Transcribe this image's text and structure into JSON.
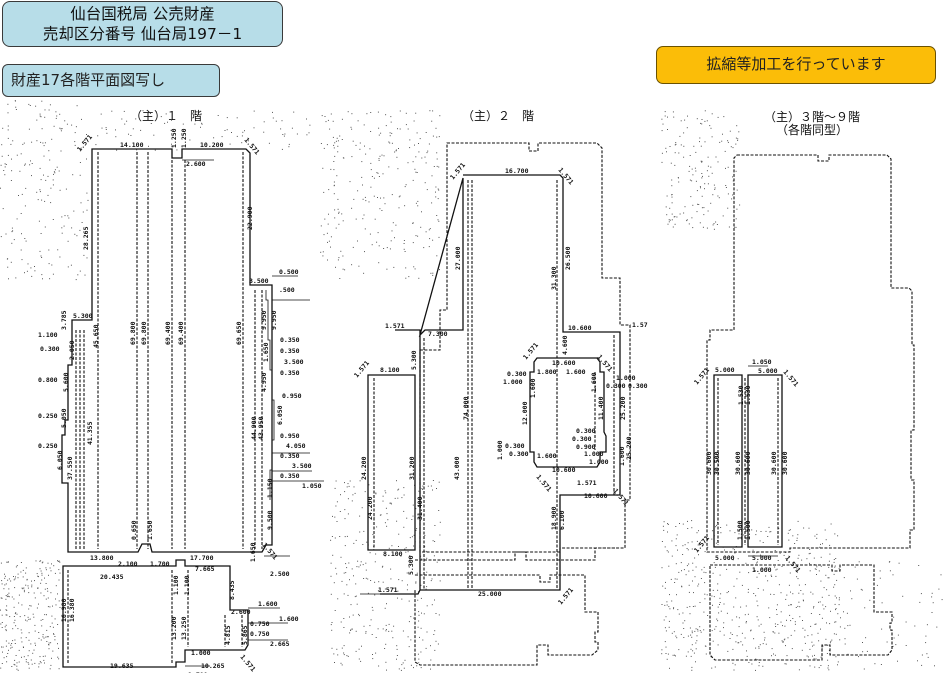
{
  "header": {
    "title_line1": "仙台国税局 公売財産",
    "title_line2": "売却区分番号 仙台局197－1",
    "subtitle": "財産17各階平面図写し",
    "notice": "拡縮等加工を行っています"
  },
  "floors": [
    {
      "label": "（主）１　階",
      "dimensions": {
        "top": [
          "1.571",
          "14.100",
          "1.250",
          "1.250",
          "10.200",
          "1.571",
          "2.600"
        ],
        "left": [
          "28.265",
          "5.300",
          "3.785",
          "1.100",
          "2.050",
          "0.300",
          "5.600",
          "0.800",
          "5.050",
          "0.250",
          "6.050",
          "0.250",
          "37.550",
          "41.355",
          "45.650"
        ],
        "inner": [
          "69.800",
          "69.800",
          "69.400",
          "69.400",
          "69.650"
        ],
        "right": [
          "22.900",
          "3.500",
          "0.500",
          ".500",
          "9.950",
          "9.950",
          "0.350",
          "1.650",
          "0.350",
          "3.500",
          "0.350",
          "4.950",
          "0.950",
          "6.050",
          "0.950",
          "4.050",
          "0.350",
          "3.500",
          "0.350",
          "1.050",
          "1.150",
          "44.900",
          "43.950",
          "9.500"
        ],
        "bottom": [
          "13.800",
          "2.100",
          "0.650",
          "1.650",
          "17.700",
          "1.650",
          "1.571",
          "2.500",
          "20.435",
          "1.700",
          "7.665"
        ],
        "annex": [
          "16.980",
          "16.380",
          "1.100",
          "1.100",
          "13.200",
          "13.250",
          "8.435",
          "2.600",
          "1.600",
          "0.750",
          "1.600",
          "0.750",
          "2.665",
          "4.815",
          "5.865",
          "1.000",
          "10.265",
          "1.571",
          "19.635",
          "1.700"
        ]
      }
    },
    {
      "label": "（主）２　階",
      "dimensions": {
        "top": [
          "1.571",
          "16.700",
          "1.571"
        ],
        "left": [
          "27.000",
          "1.571",
          "7.300",
          "5.300",
          "1.571",
          "8.100",
          "24.200",
          "24.200",
          "31.200",
          "31.400",
          "43.000",
          "74.000"
        ],
        "right": [
          "26.500",
          "31.300",
          "10.600",
          "1.57",
          "4.600",
          "25.200",
          "25.200"
        ],
        "core": [
          "1.571",
          "10.600",
          "1.571",
          "1.800",
          "1.600",
          "0.300",
          "1.000",
          "1.600",
          "0.300",
          "1.000",
          "0.300",
          "12.000",
          "1.600",
          "11.400",
          "0.300",
          "0.300",
          "0.900",
          "1.000",
          "1.000",
          "0.300",
          "0.300",
          "1.000",
          "1.600",
          "1.571",
          "1.571",
          "10.600",
          "1.571",
          "10.600",
          "1.600"
        ],
        "bottom": [
          "8.100",
          "1.571",
          "5.300",
          "25.000",
          "18.900",
          "6.100",
          "1.571"
        ]
      }
    },
    {
      "label": "（主）３階～９階\n（各階同型）",
      "dimensions": {
        "top": [
          "1.571",
          "5.000",
          "1.050",
          "5.000",
          "1.571",
          "1.530",
          "1.530"
        ],
        "vertical": [
          "30.600",
          "30.500",
          "30.600",
          "30.600",
          "30.600",
          "30.600"
        ],
        "bottom": [
          "1.500",
          "1.500",
          "1.571",
          "5.000",
          "5.000",
          "1.571",
          "1.000"
        ]
      }
    }
  ]
}
